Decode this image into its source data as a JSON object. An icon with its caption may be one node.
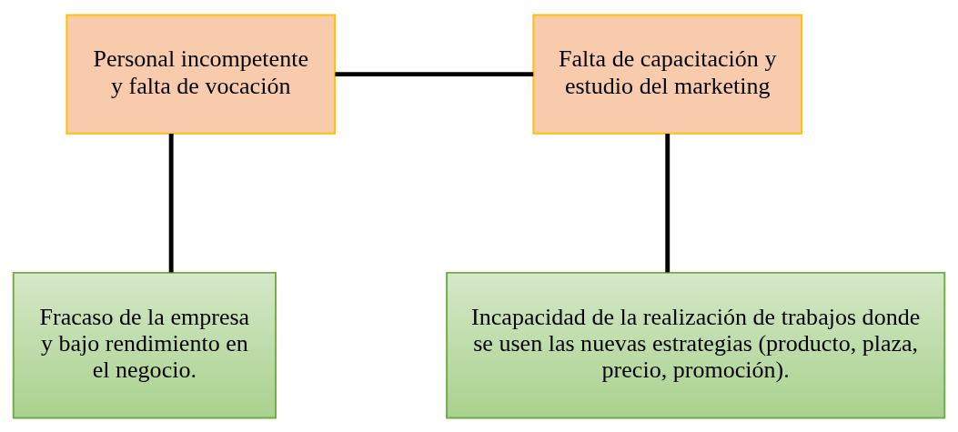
{
  "diagram": {
    "nodes": [
      {
        "text": [
          "Personal incompetente y falta de vocación"
        ]
      },
      {
        "text": [
          "Falta de capacitación y estudio del marketing"
        ]
      },
      {
        "text": [
          "Fracaso de la empresa y bajo rendimiento en el negocio."
        ]
      },
      {
        "text": [
          "Incapacidad de la realización de trabajos donde se usen las nuevas estrategias (producto, plaza, precio, promoción)."
        ]
      }
    ],
    "edges": [
      {
        "from": 0,
        "to": 1,
        "arrow": "none"
      },
      {
        "from": 0,
        "to": 2,
        "arrow": "none"
      },
      {
        "from": 1,
        "to": 3,
        "arrow": "none"
      }
    ]
  }
}
